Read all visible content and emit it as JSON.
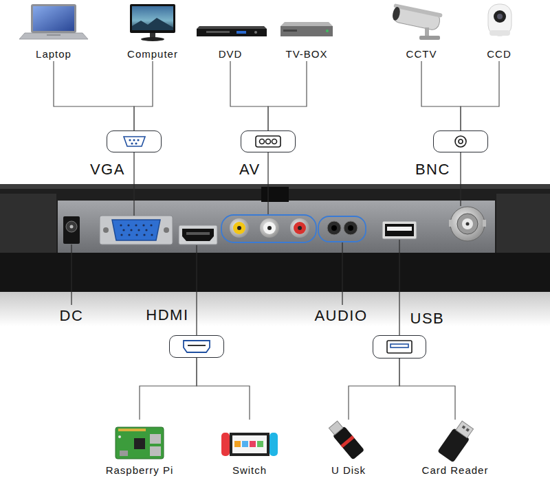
{
  "diagram": {
    "nodes": [
      {
        "text": [
          "Laptop"
        ]
      },
      {
        "text": [
          "Computer"
        ]
      },
      {
        "text": [
          "DVD"
        ]
      },
      {
        "text": [
          "TV-BOX"
        ]
      },
      {
        "text": [
          "CCTV"
        ]
      },
      {
        "text": [
          "CCD"
        ]
      },
      {
        "text": [
          "VGA"
        ]
      },
      {
        "text": [
          "AV"
        ]
      },
      {
        "text": [
          "BNC"
        ]
      },
      {
        "text": [
          "HDMI"
        ]
      },
      {
        "text": [
          "USB"
        ]
      },
      {
        "text": [
          "Raspberry Pi"
        ]
      },
      {
        "text": [
          "Switch"
        ]
      },
      {
        "text": [
          "U Disk"
        ]
      },
      {
        "text": [
          "Card Reader"
        ]
      }
    ],
    "edges": [
      {
        "from": 0,
        "to": 6,
        "arrow": "none"
      },
      {
        "from": 1,
        "to": 6,
        "arrow": "none"
      },
      {
        "from": 2,
        "to": 7,
        "arrow": "none"
      },
      {
        "from": 3,
        "to": 7,
        "arrow": "none"
      },
      {
        "from": 4,
        "to": 8,
        "arrow": "none"
      },
      {
        "from": 5,
        "to": 8,
        "arrow": "none"
      },
      {
        "from": 9,
        "to": 11,
        "arrow": "none"
      },
      {
        "from": 9,
        "to": 12,
        "arrow": "none"
      },
      {
        "from": 10,
        "to": 13,
        "arrow": "none"
      },
      {
        "from": 10,
        "to": 14,
        "arrow": "none"
      }
    ],
    "labels": [
      "DC",
      "AUDIO"
    ]
  }
}
